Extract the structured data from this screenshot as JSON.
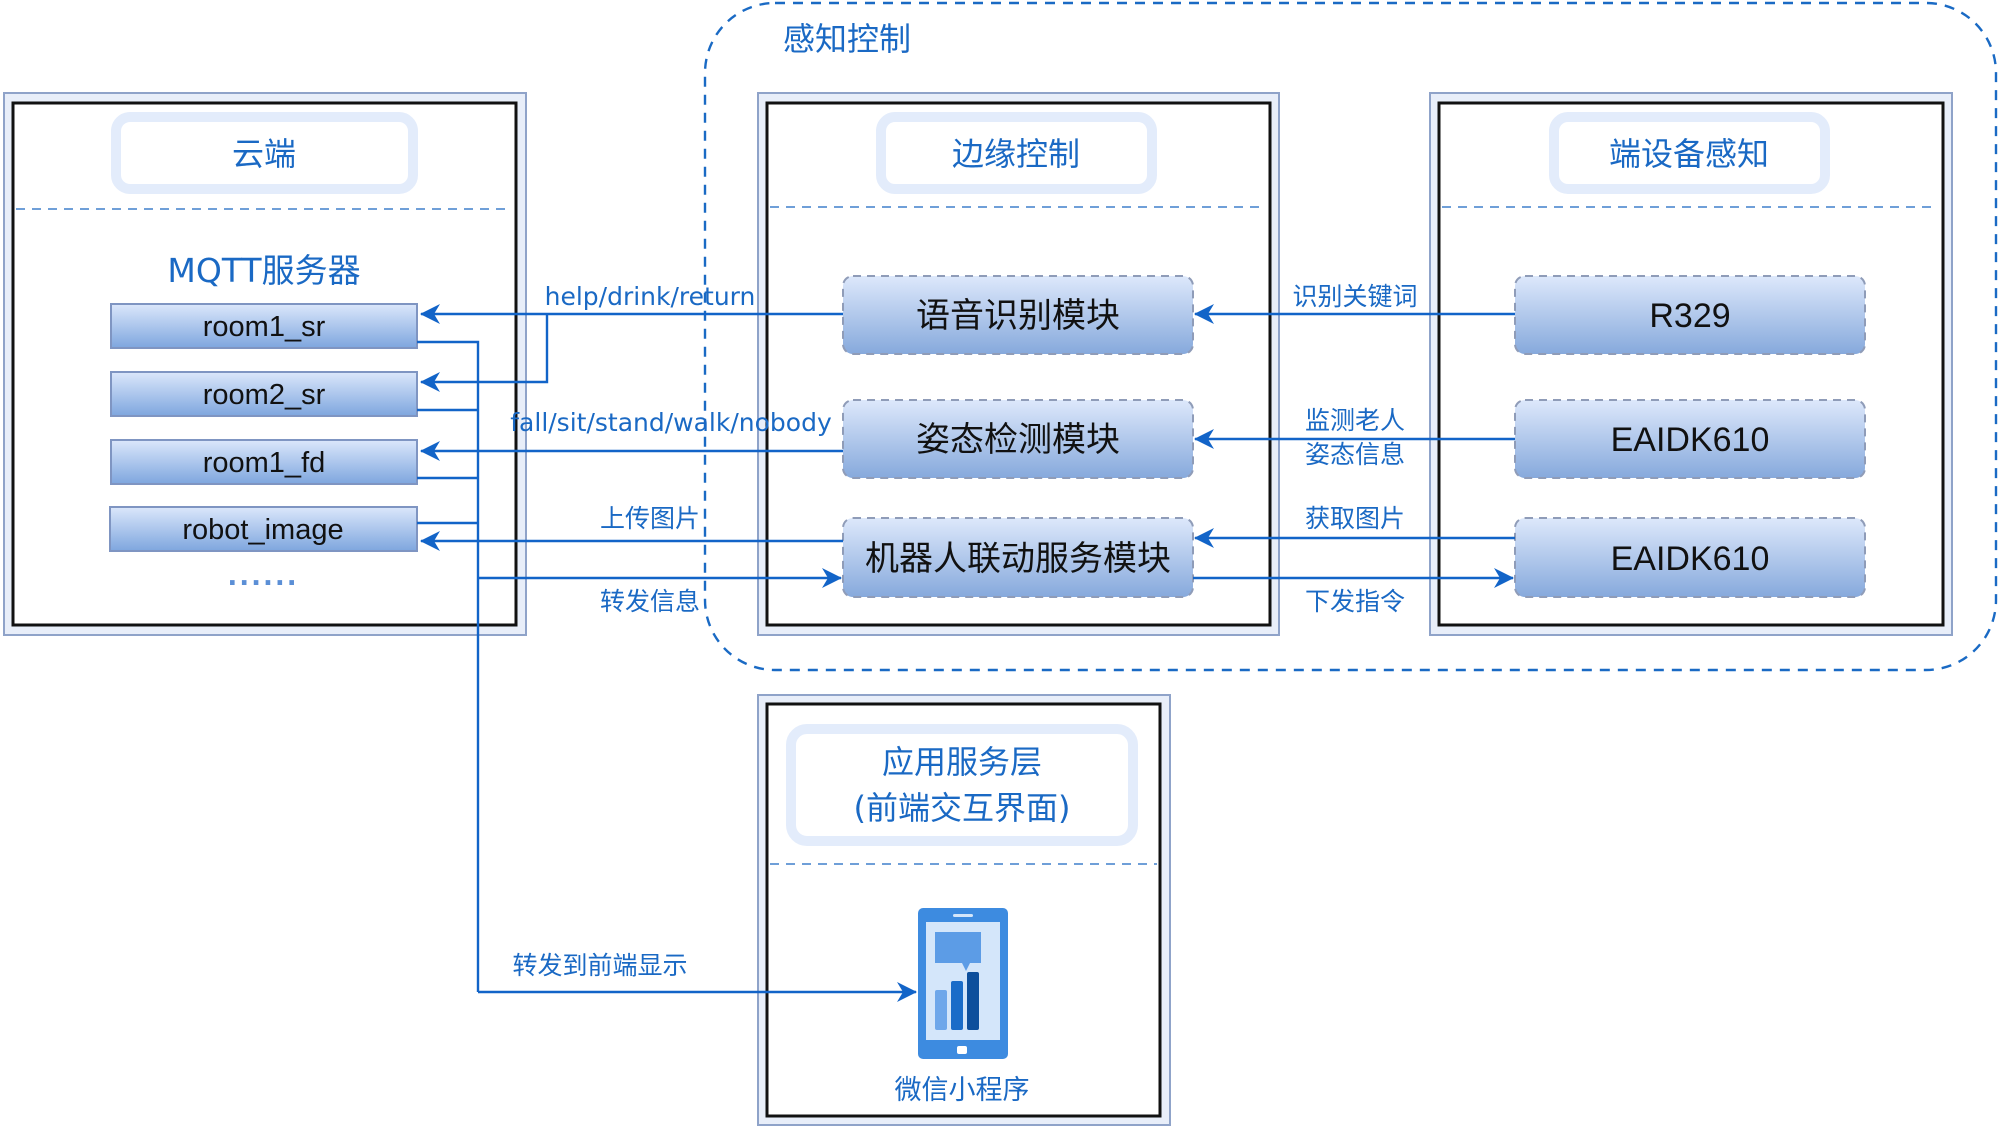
{
  "container": {
    "title": "感知控制"
  },
  "cloud": {
    "header": "云端",
    "server_label": "MQTT服务器",
    "topics": [
      "room1_sr",
      "room2_sr",
      "room1_fd",
      "robot_image"
    ],
    "more": "......"
  },
  "edge": {
    "header": "边缘控制",
    "modules": [
      "语音识别模块",
      "姿态检测模块",
      "机器人联动服务模块"
    ]
  },
  "devices": {
    "header": "端设备感知",
    "items": [
      "R329",
      "EAIDK610",
      "EAIDK610"
    ]
  },
  "app": {
    "header_line1": "应用服务层",
    "header_line2": "(前端交互界面)",
    "client_label": "微信小程序",
    "client_icon": "smartphone-chart-icon"
  },
  "flows": {
    "speech_to_cloud": "help/drink/return",
    "posture_to_cloud": "fall/sit/stand/walk/nobody",
    "upload_image": "上传图片",
    "forward_info": "转发信息",
    "keyword_recognition": "识别关键词",
    "monitor_line1": "监测老人",
    "monitor_line2": "姿态信息",
    "get_image": "获取图片",
    "send_command": "下发指令",
    "to_frontend": "转发到前端显示"
  },
  "colors": {
    "accent_blue": "#1264c8",
    "title_blue": "#1a69c4",
    "panel_fill": "#e8eef9",
    "box_gradient_top": "#dbe7fb",
    "box_gradient_bottom": "#7ea6de"
  }
}
